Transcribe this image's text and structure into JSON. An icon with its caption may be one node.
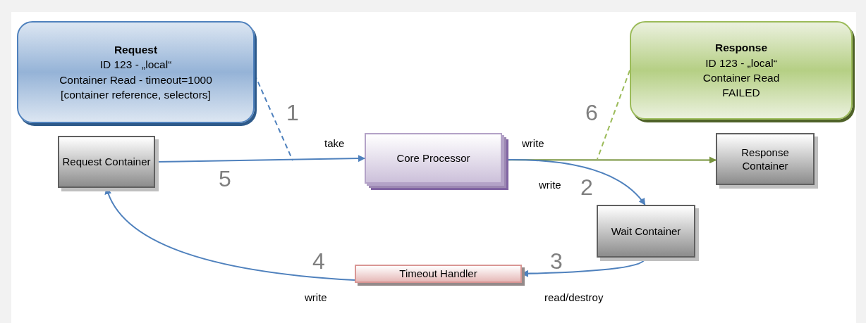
{
  "diagram": {
    "nodes": [
      {
        "text": [
          "Request",
          "ID 123 - „local“",
          "Container Read - timeout=1000",
          "[container reference, selectors]"
        ]
      },
      {
        "text": [
          "Response",
          "ID 123 - „local“",
          "Container Read",
          "FAILED"
        ]
      },
      {
        "text": [
          "Request Container"
        ]
      },
      {
        "text": [
          "Core Processor"
        ]
      },
      {
        "text": [
          "Response Container"
        ]
      },
      {
        "text": [
          "Wait Container"
        ]
      },
      {
        "text": [
          "Timeout Handler"
        ]
      }
    ],
    "edges": [
      {
        "from": 2,
        "to": 3,
        "arrow": "to",
        "label": "take"
      },
      {
        "from": 0,
        "to": null,
        "arrow": "none",
        "style": "dashed"
      },
      {
        "from": 3,
        "to": 4,
        "arrow": "to",
        "label": "write",
        "color": "#77933c"
      },
      {
        "from": 1,
        "to": null,
        "arrow": "none",
        "style": "dashed",
        "color": "#9bbb59"
      },
      {
        "from": 3,
        "to": 5,
        "arrow": "to",
        "label": "write"
      },
      {
        "from": 5,
        "to": 6,
        "arrow": "to",
        "label": "read/destroy"
      },
      {
        "from": 6,
        "to": 2,
        "arrow": "to",
        "label": "write"
      }
    ],
    "labels": [
      "1",
      "6",
      "5",
      "2",
      "4",
      "3"
    ]
  }
}
